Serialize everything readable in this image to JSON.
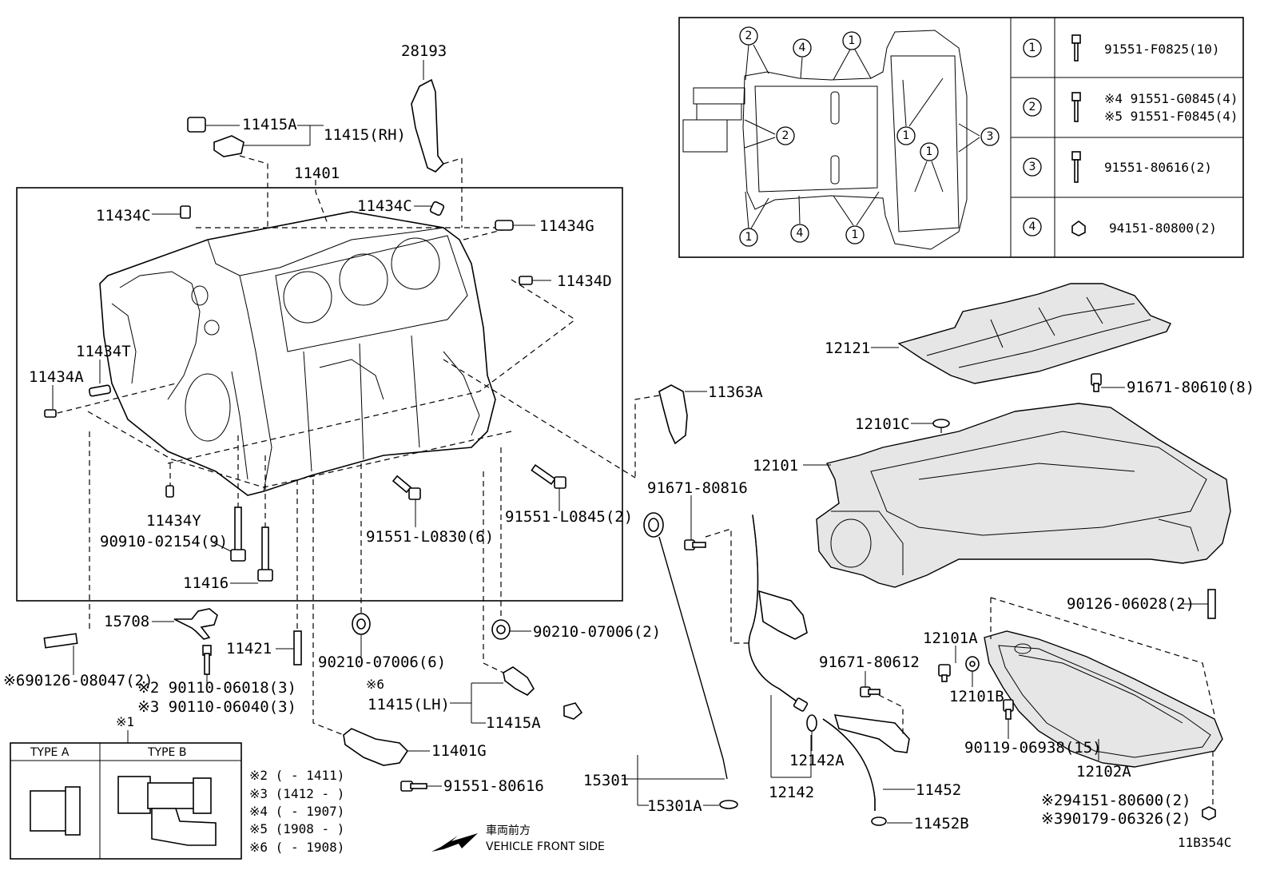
{
  "labels": {
    "p28193": "28193",
    "p11415A_top": "11415A",
    "p11415RH": "11415(RH)",
    "p11401": "11401",
    "p11434C_left": "11434C",
    "p11434C_mid": "11434C",
    "p11434G": "11434G",
    "p11434D": "11434D",
    "p11434T": "11434T",
    "p11434A": "11434A",
    "p11434Y": "11434Y",
    "p90910": "90910-02154(9)",
    "p11416": "11416",
    "p91551L0830": "91551-L0830(6)",
    "p91551L0845": "91551-L0845(2)",
    "p15708": "15708",
    "p11421": "11421",
    "p90126_08047": "※690126-08047(2)",
    "p90110_06018": "※2 90110-06018(3)",
    "p90110_06040": "※3 90110-06040(3)",
    "p90210_left": "90210-07006(6)",
    "p90210_right": "90210-07006(2)",
    "p_note6": "※6",
    "p11415LH": "11415(LH)",
    "p11415A_bot": "11415A",
    "p11401G": "11401G",
    "p91551_80616": "91551-80616",
    "p11363A": "11363A",
    "p91671_80816": "91671-80816",
    "p12121": "12121",
    "p91671_80610": "91671-80610(8)",
    "p12101C": "12101C",
    "p12101": "12101",
    "p90126_06028": "90126-06028(2)",
    "p12101A": "12101A",
    "p12101B": "12101B",
    "p91671_80612": "91671-80612",
    "p90119_06938": "90119-06938(15)",
    "p12102A": "12102A",
    "p12142A": "12142A",
    "p12142": "12142",
    "p11452": "11452",
    "p11452B": "11452B",
    "p15301": "15301",
    "p15301A": "15301A",
    "p94151_80600": "※294151-80600(2)",
    "p90179_06326": "※390179-06326(2)"
  },
  "type_box": {
    "note_ref": "※1",
    "type_a": "TYPE A",
    "type_b": "TYPE B"
  },
  "notes": [
    "※2 (      - 1411)",
    "※3 (1412 -      )",
    "※4 (      - 1907)",
    "※5 (1908 -      )",
    "※6 (      - 1908)"
  ],
  "front": {
    "jp": "車両前方",
    "en": "VEHICLE FRONT SIDE"
  },
  "inset": {
    "circle_labels": [
      "2",
      "4",
      "1",
      "2",
      "1",
      "3",
      "1",
      "1",
      "4",
      "1"
    ],
    "table": [
      {
        "num": "1",
        "part": "91551-F0825(10)"
      },
      {
        "num": "2",
        "part_a": "※4 91551-G0845(4)",
        "part_b": "※5 91551-F0845(4)"
      },
      {
        "num": "3",
        "part": "91551-80616(2)"
      },
      {
        "num": "4",
        "part": "94151-80800(2)"
      }
    ]
  },
  "diagram_id": "11B354C"
}
